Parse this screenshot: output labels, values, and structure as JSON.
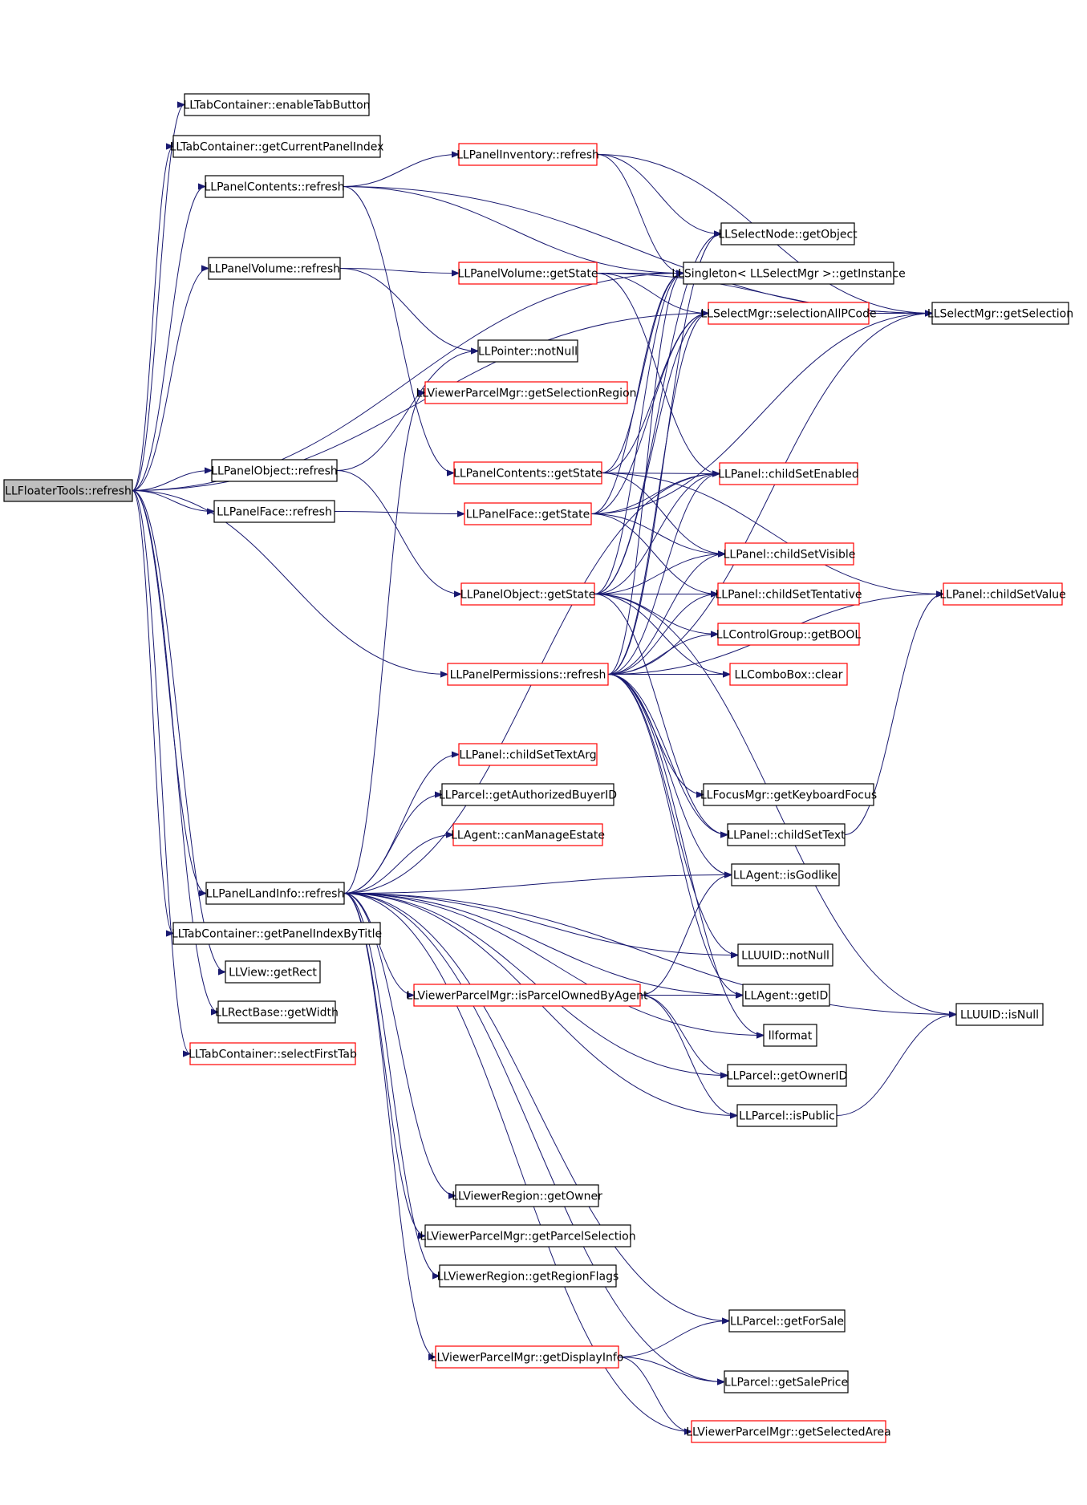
{
  "colors": {
    "edge": "#191970",
    "border_plain": "#000000",
    "border_documented_elsewhere": "#ff0000",
    "root_fill": "#bfbfbf",
    "node_fill": "#ffffff"
  },
  "nodes": [
    {
      "id": "root",
      "label": "LLFloaterTools::refresh",
      "style": "root"
    },
    {
      "id": "n1",
      "label": "LLTabContainer::enableTabButton",
      "style": "plain"
    },
    {
      "id": "n2",
      "label": "LLTabContainer::getCurrentPanelIndex",
      "style": "plain"
    },
    {
      "id": "n3",
      "label": "LLPanelContents::refresh",
      "style": "plain"
    },
    {
      "id": "n4",
      "label": "LLPanelVolume::refresh",
      "style": "plain"
    },
    {
      "id": "n5",
      "label": "LLPanelObject::refresh",
      "style": "plain"
    },
    {
      "id": "n6",
      "label": "LLPanelFace::refresh",
      "style": "plain"
    },
    {
      "id": "n7",
      "label": "LLPanelLandInfo::refresh",
      "style": "plain"
    },
    {
      "id": "n8",
      "label": "LLTabContainer::getPanelIndexByTitle",
      "style": "plain"
    },
    {
      "id": "n9",
      "label": "LLView::getRect",
      "style": "plain"
    },
    {
      "id": "n10",
      "label": "LLRectBase::getWidth",
      "style": "plain"
    },
    {
      "id": "n11",
      "label": "LLTabContainer::selectFirstTab",
      "style": "red"
    },
    {
      "id": "m1",
      "label": "LLPanelInventory::refresh",
      "style": "red"
    },
    {
      "id": "m2",
      "label": "LLPanelVolume::getState",
      "style": "red"
    },
    {
      "id": "m3",
      "label": "LLPointer::notNull",
      "style": "plain"
    },
    {
      "id": "m4",
      "label": "LLViewerParcelMgr::getSelectionRegion",
      "style": "red"
    },
    {
      "id": "m5",
      "label": "LLPanelContents::getState",
      "style": "red"
    },
    {
      "id": "m6",
      "label": "LLPanelFace::getState",
      "style": "red"
    },
    {
      "id": "m7",
      "label": "LLPanelObject::getState",
      "style": "red"
    },
    {
      "id": "m8",
      "label": "LLPanelPermissions::refresh",
      "style": "red"
    },
    {
      "id": "m9",
      "label": "LLPanel::childSetTextArg",
      "style": "red"
    },
    {
      "id": "m10",
      "label": "LLParcel::getAuthorizedBuyerID",
      "style": "plain"
    },
    {
      "id": "m11",
      "label": "LLAgent::canManageEstate",
      "style": "red"
    },
    {
      "id": "m12",
      "label": "LLViewerParcelMgr::isParcelOwnedByAgent",
      "style": "red"
    },
    {
      "id": "m13",
      "label": "LLViewerRegion::getOwner",
      "style": "plain"
    },
    {
      "id": "m14",
      "label": "LLViewerParcelMgr::getParcelSelection",
      "style": "plain"
    },
    {
      "id": "m15",
      "label": "LLViewerRegion::getRegionFlags",
      "style": "plain"
    },
    {
      "id": "m16",
      "label": "LLViewerParcelMgr::getDisplayInfo",
      "style": "red"
    },
    {
      "id": "r1",
      "label": "LLSelectNode::getObject",
      "style": "plain"
    },
    {
      "id": "r2",
      "label": "LLSingleton< LLSelectMgr >::getInstance",
      "style": "plain"
    },
    {
      "id": "r3",
      "label": "LLSelectMgr::selectionAllPCode",
      "style": "red"
    },
    {
      "id": "r4",
      "label": "LLPanel::childSetEnabled",
      "style": "red"
    },
    {
      "id": "r5",
      "label": "LLPanel::childSetVisible",
      "style": "red"
    },
    {
      "id": "r6",
      "label": "LLPanel::childSetTentative",
      "style": "red"
    },
    {
      "id": "r7",
      "label": "LLControlGroup::getBOOL",
      "style": "red"
    },
    {
      "id": "r8",
      "label": "LLComboBox::clear",
      "style": "red"
    },
    {
      "id": "r9",
      "label": "LLFocusMgr::getKeyboardFocus",
      "style": "plain"
    },
    {
      "id": "r10",
      "label": "LLPanel::childSetText",
      "style": "plain"
    },
    {
      "id": "r11",
      "label": "LLAgent::isGodlike",
      "style": "plain"
    },
    {
      "id": "r12",
      "label": "LLUUID::notNull",
      "style": "plain"
    },
    {
      "id": "r13",
      "label": "LLAgent::getID",
      "style": "plain"
    },
    {
      "id": "r14",
      "label": "llformat",
      "style": "plain"
    },
    {
      "id": "r15",
      "label": "LLParcel::getOwnerID",
      "style": "plain"
    },
    {
      "id": "r16",
      "label": "LLParcel::isPublic",
      "style": "plain"
    },
    {
      "id": "r17",
      "label": "LLParcel::getForSale",
      "style": "plain"
    },
    {
      "id": "r18",
      "label": "LLParcel::getSalePrice",
      "style": "plain"
    },
    {
      "id": "r19",
      "label": "LLViewerParcelMgr::getSelectedArea",
      "style": "red"
    },
    {
      "id": "f1",
      "label": "LLSelectMgr::getSelection",
      "style": "plain"
    },
    {
      "id": "f2",
      "label": "LLPanel::childSetValue",
      "style": "red"
    },
    {
      "id": "f3",
      "label": "LLUUID::isNull",
      "style": "plain"
    }
  ],
  "edges": [
    [
      "root",
      "n1"
    ],
    [
      "root",
      "n2"
    ],
    [
      "root",
      "n3"
    ],
    [
      "root",
      "n4"
    ],
    [
      "root",
      "n5"
    ],
    [
      "root",
      "n6"
    ],
    [
      "root",
      "n7"
    ],
    [
      "root",
      "n8"
    ],
    [
      "root",
      "n9"
    ],
    [
      "root",
      "n10"
    ],
    [
      "root",
      "n11"
    ],
    [
      "root",
      "m8"
    ],
    [
      "root",
      "r2"
    ],
    [
      "root",
      "r3"
    ],
    [
      "n3",
      "m1"
    ],
    [
      "n3",
      "m5"
    ],
    [
      "n3",
      "r2"
    ],
    [
      "n3",
      "f1"
    ],
    [
      "n4",
      "m2"
    ],
    [
      "n4",
      "m3"
    ],
    [
      "n5",
      "m3"
    ],
    [
      "n5",
      "m7"
    ],
    [
      "n6",
      "m6"
    ],
    [
      "m1",
      "r1"
    ],
    [
      "m1",
      "r2"
    ],
    [
      "m1",
      "f1"
    ],
    [
      "m2",
      "r2"
    ],
    [
      "m2",
      "r3"
    ],
    [
      "m2",
      "r4"
    ],
    [
      "m2",
      "f1"
    ],
    [
      "m5",
      "r2"
    ],
    [
      "m5",
      "r3"
    ],
    [
      "m5",
      "r4"
    ],
    [
      "m5",
      "r5"
    ],
    [
      "m5",
      "f2"
    ],
    [
      "m6",
      "r2"
    ],
    [
      "m6",
      "r3"
    ],
    [
      "m6",
      "r4"
    ],
    [
      "m6",
      "r5"
    ],
    [
      "m6",
      "r6"
    ],
    [
      "m6",
      "f1"
    ],
    [
      "m7",
      "r1"
    ],
    [
      "m7",
      "r2"
    ],
    [
      "m7",
      "r3"
    ],
    [
      "m7",
      "r4"
    ],
    [
      "m7",
      "r5"
    ],
    [
      "m7",
      "r6"
    ],
    [
      "m7",
      "r7"
    ],
    [
      "m7",
      "r8"
    ],
    [
      "m7",
      "r10"
    ],
    [
      "m7",
      "f3"
    ],
    [
      "m8",
      "r1"
    ],
    [
      "m8",
      "r2"
    ],
    [
      "m8",
      "r3"
    ],
    [
      "m8",
      "r4"
    ],
    [
      "m8",
      "r5"
    ],
    [
      "m8",
      "r6"
    ],
    [
      "m8",
      "r7"
    ],
    [
      "m8",
      "r8"
    ],
    [
      "m8",
      "r9"
    ],
    [
      "m8",
      "r10"
    ],
    [
      "m8",
      "r11"
    ],
    [
      "m8",
      "r12"
    ],
    [
      "m8",
      "r13"
    ],
    [
      "m8",
      "r14"
    ],
    [
      "m8",
      "f1"
    ],
    [
      "m8",
      "f2"
    ],
    [
      "n7",
      "m4"
    ],
    [
      "n7",
      "m9"
    ],
    [
      "n7",
      "m10"
    ],
    [
      "n7",
      "m11"
    ],
    [
      "n7",
      "m12"
    ],
    [
      "n7",
      "m13"
    ],
    [
      "n7",
      "m14"
    ],
    [
      "n7",
      "m15"
    ],
    [
      "n7",
      "m16"
    ],
    [
      "n7",
      "r4"
    ],
    [
      "n7",
      "r11"
    ],
    [
      "n7",
      "r12"
    ],
    [
      "n7",
      "r13"
    ],
    [
      "n7",
      "r14"
    ],
    [
      "n7",
      "r15"
    ],
    [
      "n7",
      "r16"
    ],
    [
      "n7",
      "r17"
    ],
    [
      "n7",
      "r18"
    ],
    [
      "n7",
      "r19"
    ],
    [
      "n7",
      "f3"
    ],
    [
      "m12",
      "r11"
    ],
    [
      "m12",
      "r13"
    ],
    [
      "m12",
      "r15"
    ],
    [
      "m12",
      "r16"
    ],
    [
      "m16",
      "r17"
    ],
    [
      "m16",
      "r18"
    ],
    [
      "m16",
      "r19"
    ],
    [
      "r3",
      "f1"
    ],
    [
      "r10",
      "f2"
    ],
    [
      "r16",
      "f3"
    ]
  ]
}
